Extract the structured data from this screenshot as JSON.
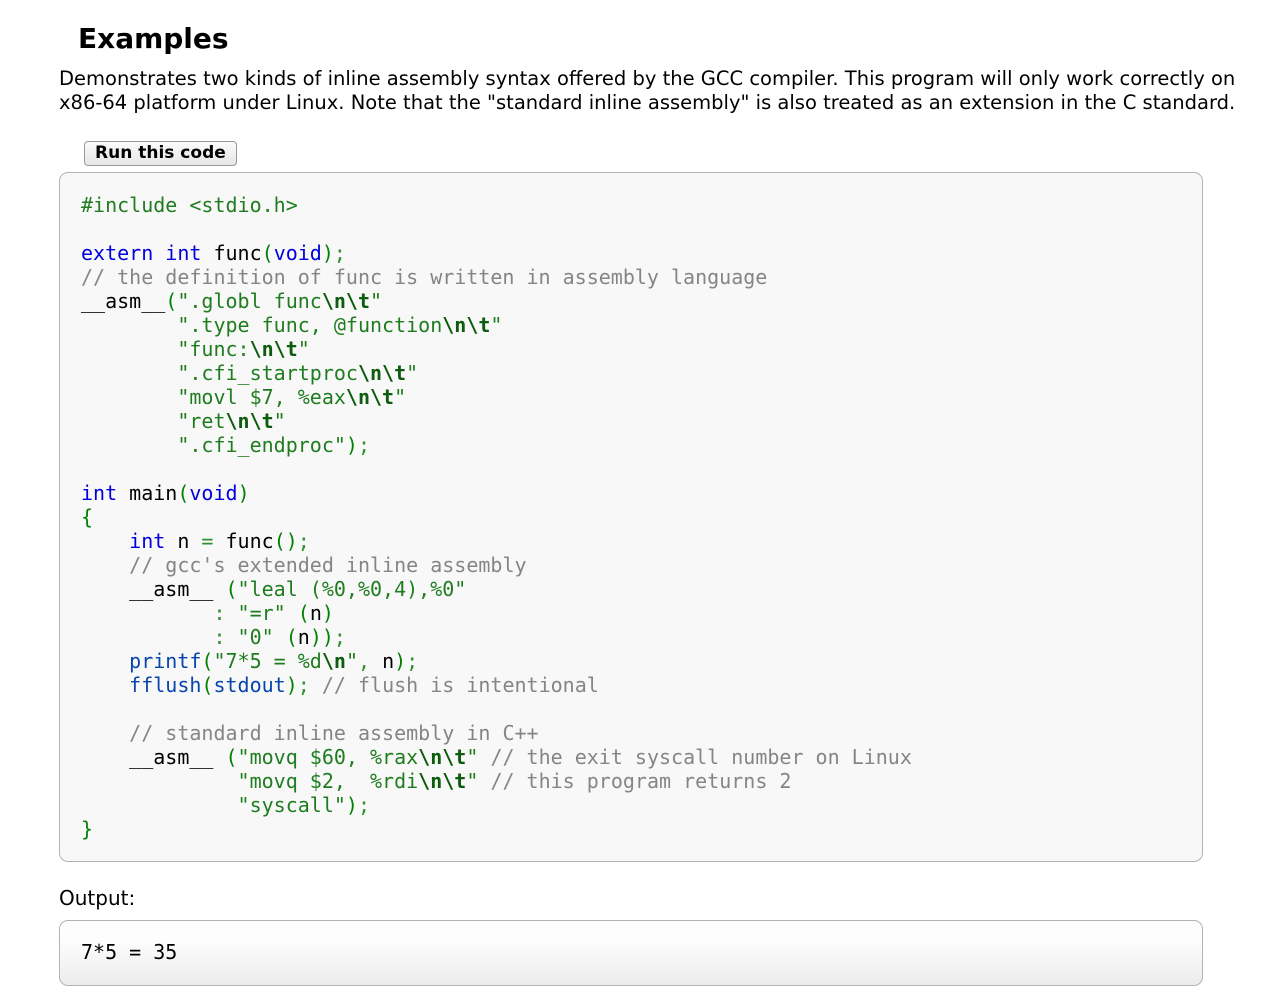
{
  "heading": "Examples",
  "description_lines": [
    "Demonstrates two kinds of inline assembly syntax offered by the GCC compiler. This program will only work correctly on",
    "x86-64 platform under Linux. Note that the \"standard inline assembly\" is also treated as an extension in the C standard."
  ],
  "run_button_label": "Run this code",
  "output_label": "Output:",
  "output_text": "7*5 = 35",
  "colors": {
    "keyword": "#0000dd",
    "string": "#1f7d1f",
    "preprocessor": "#1f7d1f",
    "escape": "#0e5c0e",
    "comment": "#858585",
    "bracket": "#028102",
    "symbol": "#2f8f2f",
    "stdlib": "#0645ad",
    "code-bg": "#f8f8f8",
    "box-border": "#b3b3b3"
  },
  "code": {
    "lines": [
      [
        {
          "t": "#include <stdio.h>",
          "c": "pre"
        }
      ],
      [],
      [
        {
          "t": "extern",
          "c": "kw"
        },
        {
          "t": " "
        },
        {
          "t": "int",
          "c": "kw"
        },
        {
          "t": " func"
        },
        {
          "t": "(",
          "c": "br"
        },
        {
          "t": "void",
          "c": "kw"
        },
        {
          "t": ")",
          "c": "br"
        },
        {
          "t": ";",
          "c": "sym"
        }
      ],
      [
        {
          "t": "// the definition of func is written in assembly language",
          "c": "com"
        }
      ],
      [
        {
          "t": "__asm__"
        },
        {
          "t": "(",
          "c": "br"
        },
        {
          "t": "\".globl func",
          "c": "str"
        },
        {
          "t": "\\n\\t",
          "c": "esc"
        },
        {
          "t": "\"",
          "c": "str"
        }
      ],
      [
        {
          "t": "        "
        },
        {
          "t": "\".type func, @function",
          "c": "str"
        },
        {
          "t": "\\n\\t",
          "c": "esc"
        },
        {
          "t": "\"",
          "c": "str"
        }
      ],
      [
        {
          "t": "        "
        },
        {
          "t": "\"func:",
          "c": "str"
        },
        {
          "t": "\\n\\t",
          "c": "esc"
        },
        {
          "t": "\"",
          "c": "str"
        }
      ],
      [
        {
          "t": "        "
        },
        {
          "t": "\".cfi_startproc",
          "c": "str"
        },
        {
          "t": "\\n\\t",
          "c": "esc"
        },
        {
          "t": "\"",
          "c": "str"
        }
      ],
      [
        {
          "t": "        "
        },
        {
          "t": "\"movl $7, %eax",
          "c": "str"
        },
        {
          "t": "\\n\\t",
          "c": "esc"
        },
        {
          "t": "\"",
          "c": "str"
        }
      ],
      [
        {
          "t": "        "
        },
        {
          "t": "\"ret",
          "c": "str"
        },
        {
          "t": "\\n\\t",
          "c": "esc"
        },
        {
          "t": "\"",
          "c": "str"
        }
      ],
      [
        {
          "t": "        "
        },
        {
          "t": "\".cfi_endproc\"",
          "c": "str"
        },
        {
          "t": ")",
          "c": "br"
        },
        {
          "t": ";",
          "c": "sym"
        }
      ],
      [],
      [
        {
          "t": "int",
          "c": "kw"
        },
        {
          "t": " main"
        },
        {
          "t": "(",
          "c": "br"
        },
        {
          "t": "void",
          "c": "kw"
        },
        {
          "t": ")",
          "c": "br"
        }
      ],
      [
        {
          "t": "{",
          "c": "br"
        }
      ],
      [
        {
          "t": "    "
        },
        {
          "t": "int",
          "c": "kw"
        },
        {
          "t": " n "
        },
        {
          "t": "=",
          "c": "sym"
        },
        {
          "t": " func"
        },
        {
          "t": "()",
          "c": "br"
        },
        {
          "t": ";",
          "c": "sym"
        }
      ],
      [
        {
          "t": "    "
        },
        {
          "t": "// gcc's extended inline assembly",
          "c": "com"
        }
      ],
      [
        {
          "t": "    __asm__ "
        },
        {
          "t": "(",
          "c": "br"
        },
        {
          "t": "\"leal (%0,%0,4),%0\"",
          "c": "str"
        }
      ],
      [
        {
          "t": "           "
        },
        {
          "t": ":",
          "c": "sym"
        },
        {
          "t": " "
        },
        {
          "t": "\"=r\"",
          "c": "str"
        },
        {
          "t": " "
        },
        {
          "t": "(",
          "c": "br"
        },
        {
          "t": "n"
        },
        {
          "t": ")",
          "c": "br"
        }
      ],
      [
        {
          "t": "           "
        },
        {
          "t": ":",
          "c": "sym"
        },
        {
          "t": " "
        },
        {
          "t": "\"0\"",
          "c": "str"
        },
        {
          "t": " "
        },
        {
          "t": "(",
          "c": "br"
        },
        {
          "t": "n"
        },
        {
          "t": "))",
          "c": "br"
        },
        {
          "t": ";",
          "c": "sym"
        }
      ],
      [
        {
          "t": "    "
        },
        {
          "t": "printf",
          "c": "lib"
        },
        {
          "t": "(",
          "c": "br"
        },
        {
          "t": "\"7*5 = %d",
          "c": "str"
        },
        {
          "t": "\\n",
          "c": "esc"
        },
        {
          "t": "\"",
          "c": "str"
        },
        {
          "t": ",",
          "c": "sym"
        },
        {
          "t": " n"
        },
        {
          "t": ")",
          "c": "br"
        },
        {
          "t": ";",
          "c": "sym"
        }
      ],
      [
        {
          "t": "    "
        },
        {
          "t": "fflush",
          "c": "lib"
        },
        {
          "t": "(",
          "c": "br"
        },
        {
          "t": "stdout",
          "c": "lib"
        },
        {
          "t": ")",
          "c": "br"
        },
        {
          "t": ";",
          "c": "sym"
        },
        {
          "t": " "
        },
        {
          "t": "// flush is intentional",
          "c": "com"
        }
      ],
      [],
      [
        {
          "t": "    "
        },
        {
          "t": "// standard inline assembly in C++",
          "c": "com"
        }
      ],
      [
        {
          "t": "    __asm__ "
        },
        {
          "t": "(",
          "c": "br"
        },
        {
          "t": "\"movq $60, %rax",
          "c": "str"
        },
        {
          "t": "\\n\\t",
          "c": "esc"
        },
        {
          "t": "\"",
          "c": "str"
        },
        {
          "t": " "
        },
        {
          "t": "// the exit syscall number on Linux",
          "c": "com"
        }
      ],
      [
        {
          "t": "             "
        },
        {
          "t": "\"movq $2,  %rdi",
          "c": "str"
        },
        {
          "t": "\\n\\t",
          "c": "esc"
        },
        {
          "t": "\"",
          "c": "str"
        },
        {
          "t": " "
        },
        {
          "t": "// this program returns 2",
          "c": "com"
        }
      ],
      [
        {
          "t": "             "
        },
        {
          "t": "\"syscall\"",
          "c": "str"
        },
        {
          "t": ")",
          "c": "br"
        },
        {
          "t": ";",
          "c": "sym"
        }
      ],
      [
        {
          "t": "}",
          "c": "br"
        }
      ]
    ]
  }
}
